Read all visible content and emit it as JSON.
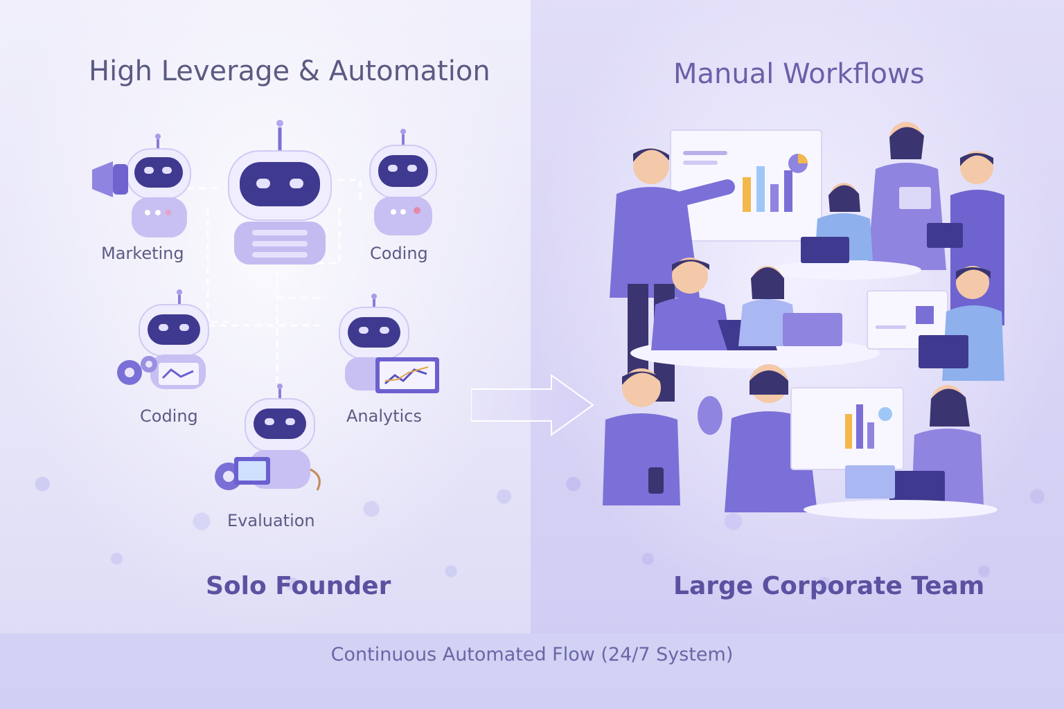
{
  "left": {
    "title": "High Leverage & Automation",
    "subtitle": "Solo Founder",
    "robots": [
      {
        "label": "Marketing",
        "icon": "megaphone-icon"
      },
      {
        "label": "Coding",
        "icon": "robot-icon"
      },
      {
        "label": "Coding",
        "icon": "gear-icon"
      },
      {
        "label": "Analytics",
        "icon": "chart-icon"
      },
      {
        "label": "Evaluation",
        "icon": "gear-icon"
      }
    ]
  },
  "right": {
    "title": "Manual Workflows",
    "subtitle": "Large Corporate Team"
  },
  "caption": "Continuous Automated Flow (24/7 System)",
  "colors": {
    "accent": "#7a6fd6",
    "robot_body": "#e9e6fb",
    "robot_visor": "#3f3a8f",
    "people_shirt": "#7b70d8",
    "title_text": "#5a5a82"
  }
}
